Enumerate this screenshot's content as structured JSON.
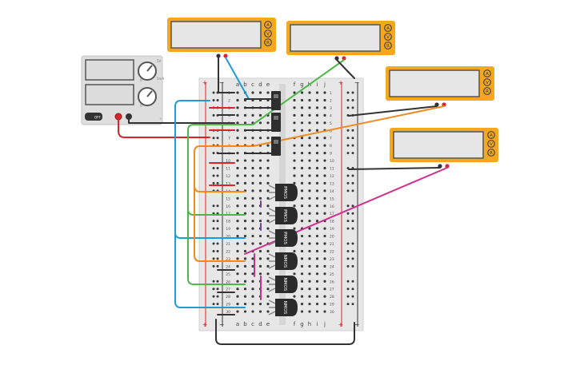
{
  "power_supply": {
    "off_label": "OFF",
    "knob1_top": "5V",
    "knob1_bottom": "0",
    "knob2_top": "5mA",
    "knob2_bottom": "0"
  },
  "multimeters": {
    "letters": [
      "A",
      "V",
      "R"
    ]
  },
  "breadboard": {
    "plus": "+",
    "minus": "−",
    "cols_left": [
      "a",
      "b",
      "c",
      "d",
      "e"
    ],
    "cols_right": [
      "f",
      "g",
      "h",
      "i",
      "j"
    ],
    "rows": [
      "1",
      "2",
      "3",
      "4",
      "5",
      "6",
      "7",
      "8",
      "9",
      "10",
      "11",
      "12",
      "13",
      "14",
      "15",
      "16",
      "17",
      "18",
      "19",
      "20",
      "21",
      "22",
      "23",
      "24",
      "25",
      "26",
      "27",
      "28",
      "29",
      "30"
    ]
  },
  "transistors": [
    {
      "label": "PMOS"
    },
    {
      "label": "PMOS"
    },
    {
      "label": "PMOS"
    },
    {
      "label": "NMOS"
    },
    {
      "label": "NMOS"
    },
    {
      "label": "NMOS"
    }
  ],
  "colors": {
    "meter_frame": "#f5a81d",
    "meter_screen": "#e6e6e6",
    "board": "#e7e7e7",
    "wire_blue": "#1e9bd7",
    "wire_green": "#4db848",
    "wire_orange": "#ef8a1e",
    "wire_magenta": "#cf2f8f",
    "wire_red": "#d9252a",
    "wire_black": "#333333",
    "wire_purple": "#7a3fa0"
  }
}
